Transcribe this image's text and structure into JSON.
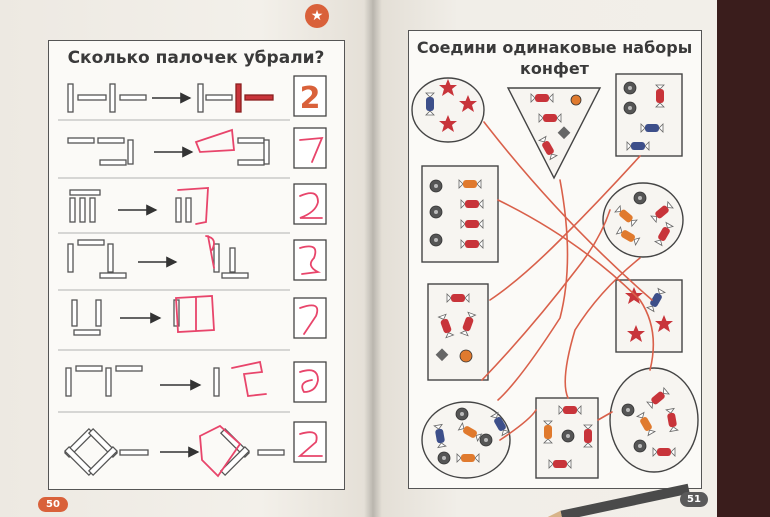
{
  "left_page": {
    "title": "Сколько палочек убрали?",
    "page_number": "50",
    "first_answer": "2"
  },
  "right_page": {
    "title_line1": "Соедини одинаковые наборы",
    "title_line2": "конфет",
    "page_number": "51"
  },
  "colors": {
    "accent": "#d9613a",
    "pen": "#e8456b",
    "candy_red": "#c8343a",
    "candy_blue": "#3d4f8a",
    "candy_orange": "#e07a2e",
    "star_red": "#c8343a"
  },
  "icons": [
    "star-icon",
    "arrow-icon",
    "candy-icon",
    "star-shape-icon",
    "donut-icon",
    "diamond-icon"
  ]
}
